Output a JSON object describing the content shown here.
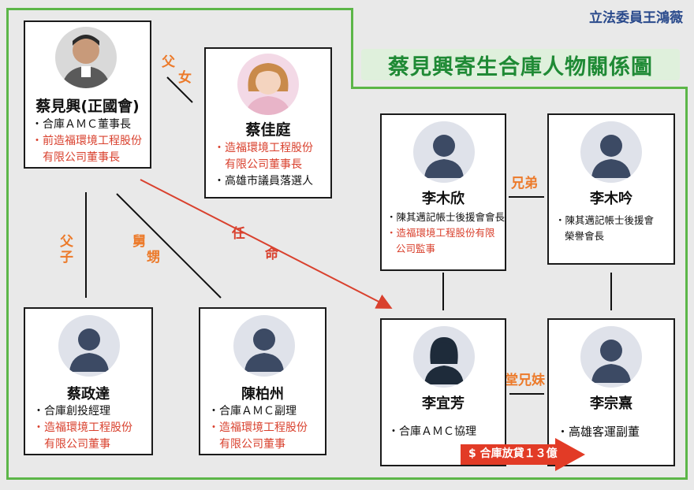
{
  "header": "立法委員王鴻薇",
  "title": "蔡見興寄生合庫人物關係圖",
  "relations": {
    "father_daughter": [
      "父",
      "女"
    ],
    "father_son": [
      "父",
      "子"
    ],
    "uncle_nephew": [
      "舅",
      "甥"
    ],
    "appointed": [
      "任",
      "命"
    ],
    "brothers": "兄弟",
    "cousins": "堂兄妹"
  },
  "loan_label": "$ 合庫放貸１３億",
  "people": {
    "tsai_jianxing": {
      "name": "蔡見興(正國會)",
      "lines": [
        {
          "text": "・合庫ＡＭＣ董事長",
          "red": false
        },
        {
          "text": "・前造福環境工程股份",
          "red": true
        },
        {
          "text": "有限公司董事長",
          "red": true
        }
      ]
    },
    "tsai_jiating": {
      "name": "蔡佳庭",
      "lines": [
        {
          "text": "・造福環境工程股份",
          "red": true
        },
        {
          "text": "有限公司董事長",
          "red": true
        },
        {
          "text": "・高雄市議員落選人",
          "red": false
        }
      ]
    },
    "li_muxin": {
      "name": "李木欣",
      "lines": [
        {
          "text": "・陳其邁記帳士後援會會長",
          "red": false
        },
        {
          "text": "・造福環境工程股份有限",
          "red": true
        },
        {
          "text": "公司監事",
          "red": true
        }
      ]
    },
    "li_muyin": {
      "name": "李木吟",
      "lines": [
        {
          "text": "・陳其邁記帳士後援會",
          "red": false
        },
        {
          "text": "榮譽會長",
          "red": false
        }
      ]
    },
    "tsai_zhengda": {
      "name": "蔡政達",
      "lines": [
        {
          "text": "・合庫創投經理",
          "red": false
        },
        {
          "text": "・造福環境工程股份",
          "red": true
        },
        {
          "text": "有限公司董事",
          "red": true
        }
      ]
    },
    "chen_bozhou": {
      "name": "陳柏州",
      "lines": [
        {
          "text": "・合庫ＡＭＣ副理",
          "red": false
        },
        {
          "text": "・造福環境工程股份",
          "red": true
        },
        {
          "text": "有限公司董事",
          "red": true
        }
      ]
    },
    "li_yifang": {
      "name": "李宜芳",
      "lines": [
        {
          "text": "・合庫ＡＭＣ協理",
          "red": false
        }
      ]
    },
    "li_zongxi": {
      "name": "李宗熹",
      "lines": [
        {
          "text": "・高雄客運副董",
          "red": false
        }
      ]
    }
  }
}
